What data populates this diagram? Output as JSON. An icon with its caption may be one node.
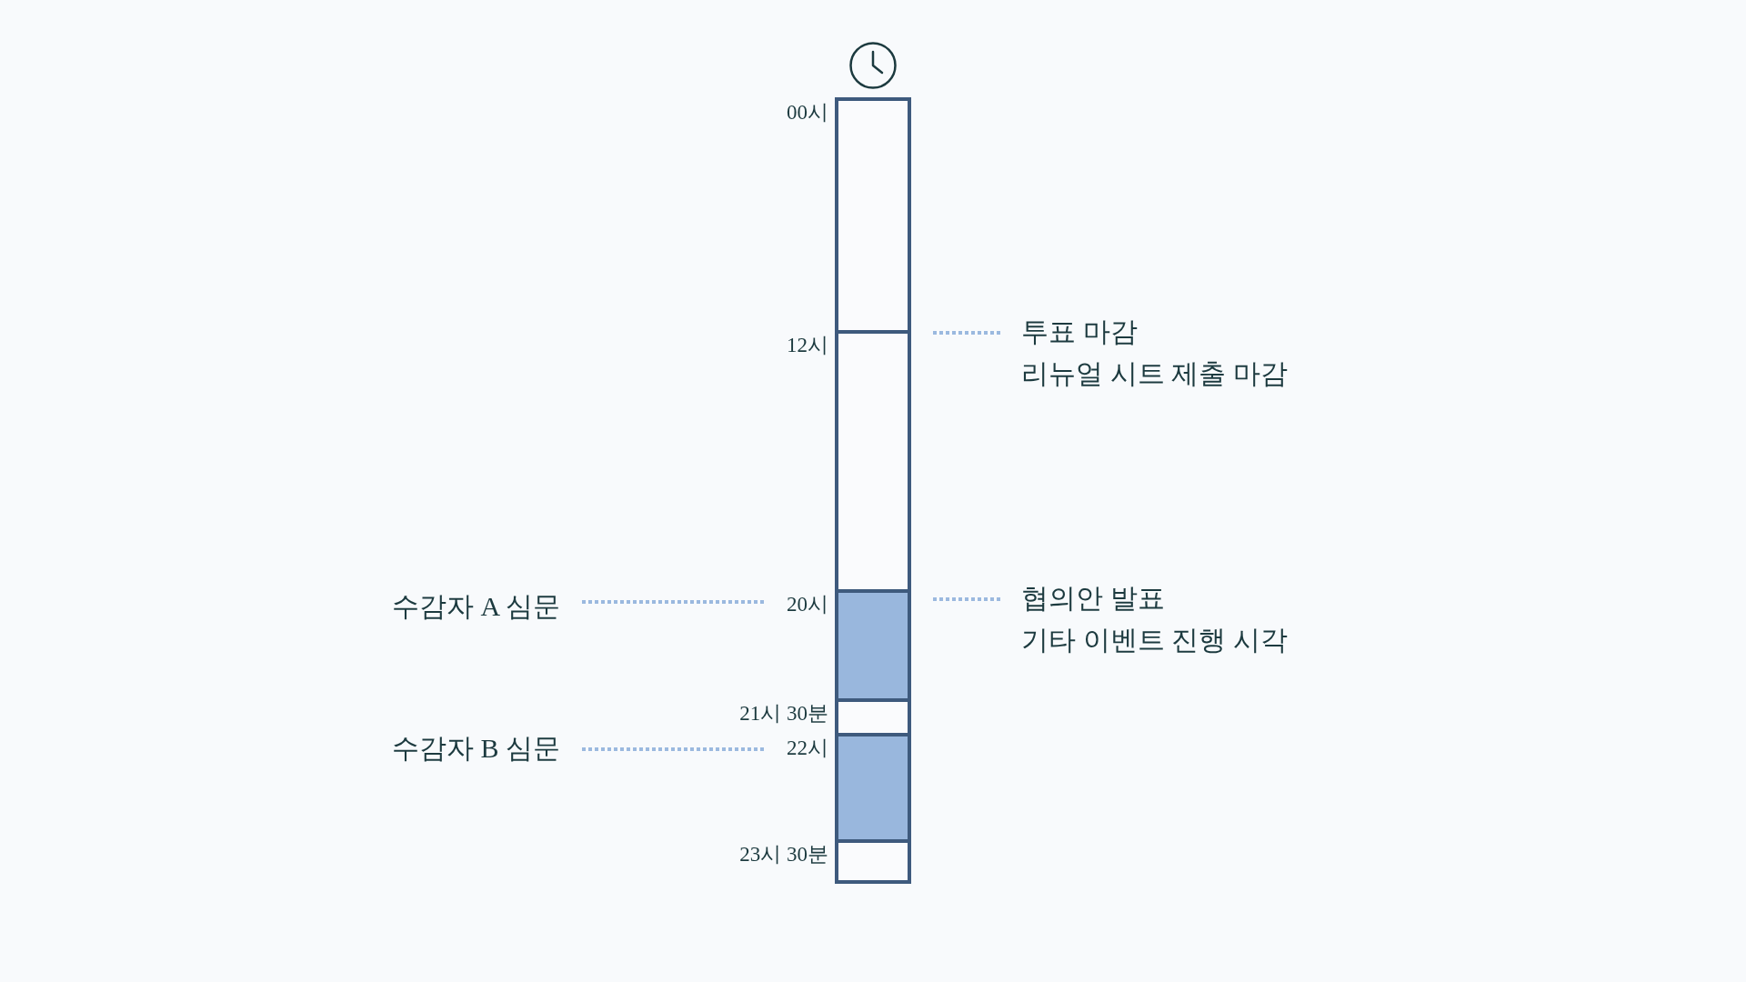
{
  "diagram": {
    "nodes": [
      {
        "text": [],
        "shape": "box",
        "beside": [
          "00시"
        ]
      },
      {
        "text": [],
        "shape": "box",
        "beside": [
          "12시"
        ]
      },
      {
        "text": [
          "투표 마감",
          "리뉴얼 시트 제출 마감"
        ]
      },
      {
        "text": [
          "수감자 A 심문"
        ]
      },
      {
        "text": [],
        "shape": "box",
        "beside": [
          "20시"
        ]
      },
      {
        "text": [
          "협의안 발표",
          "기타 이벤트 진행 시각"
        ]
      },
      {
        "text": [],
        "shape": "box",
        "beside": [
          "21시 30분"
        ]
      },
      {
        "text": [
          "수감자 B 심문"
        ]
      },
      {
        "text": [],
        "shape": "box",
        "beside": [
          "22시"
        ]
      },
      {
        "text": [],
        "shape": "box",
        "beside": [
          "23시 30분"
        ]
      }
    ],
    "edges": [
      {
        "from": 2,
        "to": 1,
        "arrow": "none",
        "style": "dashed"
      },
      {
        "from": 3,
        "to": 4,
        "arrow": "none",
        "style": "dashed"
      },
      {
        "from": 5,
        "to": 4,
        "arrow": "none",
        "style": "dashed"
      },
      {
        "from": 7,
        "to": 8,
        "arrow": "none",
        "style": "dashed"
      }
    ]
  }
}
